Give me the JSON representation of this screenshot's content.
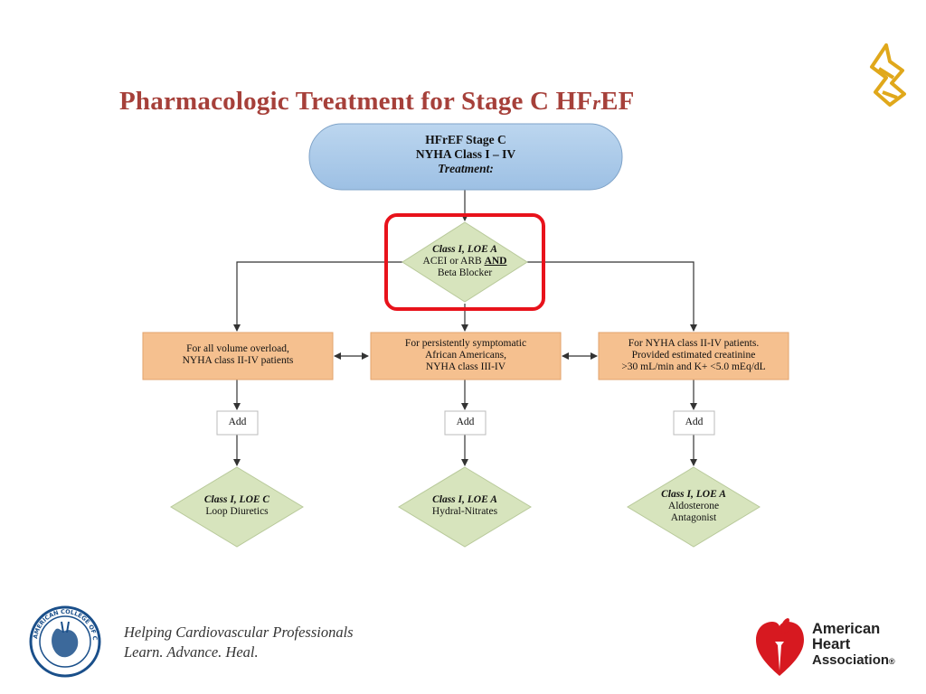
{
  "slide": {
    "title_main": "Pharmacologic Treatment for Stage C HF",
    "title_r": "r",
    "title_end": "EF"
  },
  "flowchart": {
    "top": {
      "line1": "HFrEF Stage C",
      "line2": "NYHA Class I – IV",
      "line3": "Treatment:"
    },
    "center_diamond": {
      "line1": "Class I, LOE A",
      "line2a": "ACEI or ARB ",
      "line2b": "AND",
      "line3": "Beta Blocker"
    },
    "branches": [
      {
        "box_lines": [
          "For all volume overload,",
          "NYHA class II-IV patients"
        ],
        "add_label": "Add",
        "diamond_lines": [
          "Class I, LOE C",
          "Loop Diuretics"
        ]
      },
      {
        "box_lines": [
          "For persistently symptomatic",
          "African Americans,",
          "NYHA class III-IV"
        ],
        "add_label": "Add",
        "diamond_lines": [
          "Class I, LOE A",
          "Hydral-Nitrates"
        ]
      },
      {
        "box_lines": [
          "For NYHA class II-IV patients.",
          "Provided  estimated creatinine",
          ">30 mL/min and K+ <5.0 mEq/dL"
        ],
        "add_label": "Add",
        "diamond_lines": [
          "Class I, LOE A",
          "Aldosterone",
          "Antagonist"
        ]
      }
    ],
    "highlight_color": "#e8121b",
    "pill_color": "#a9c8e6",
    "box_color": "#f5c08f",
    "diamond_color": "#d7e4bd"
  },
  "footer": {
    "tagline_line1": "Helping Cardiovascular Professionals",
    "tagline_line2": "Learn. Advance. Heal.",
    "acc_logo_text": "AMERICAN COLLEGE OF CARDIOLOGY",
    "aha_line1": "American",
    "aha_line2": "Heart",
    "aha_line3": "Association",
    "aha_mark": "®"
  }
}
